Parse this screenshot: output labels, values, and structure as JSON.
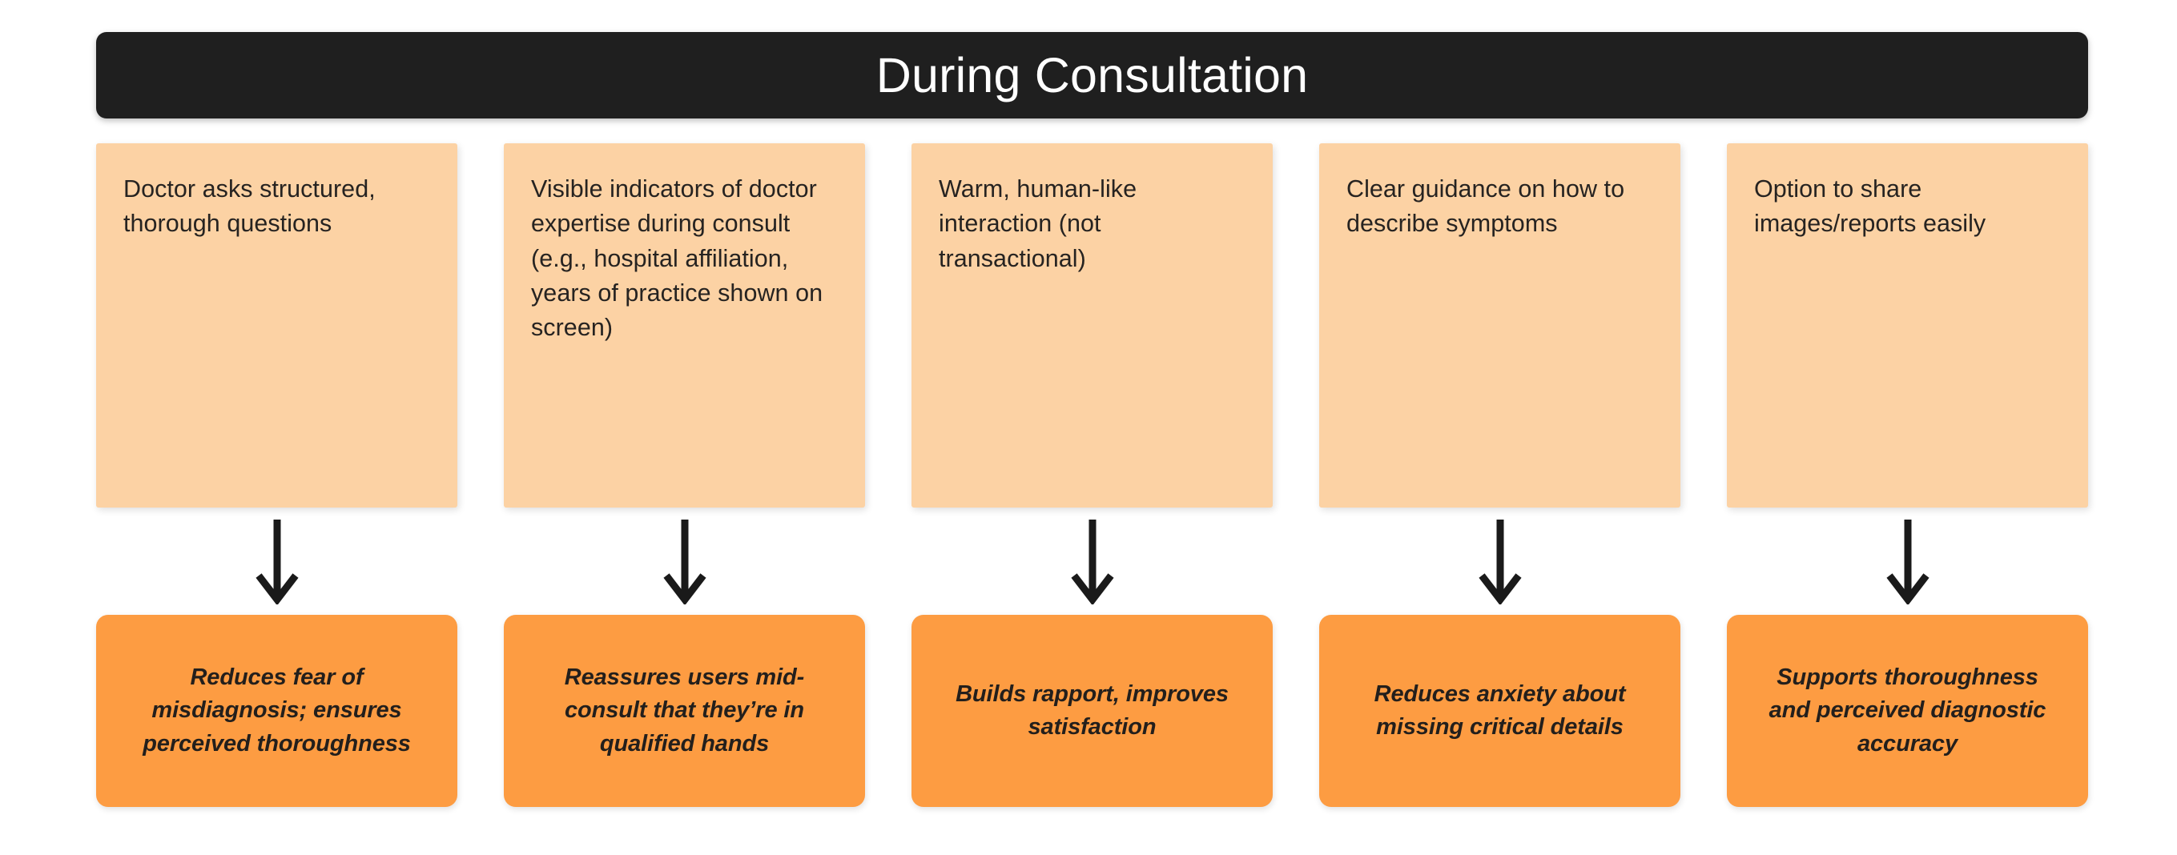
{
  "header": {
    "title": "During Consultation",
    "background_color": "#1f1f1f",
    "text_color": "#ffffff"
  },
  "theme": {
    "factor_card_color": "#fcd2a4",
    "outcome_card_color": "#fd9c42",
    "text_color": "#262321",
    "arrow_color": "#1a1a1a",
    "page_background": "#ffffff"
  },
  "columns": [
    {
      "factor": "Doctor asks structured, thorough questions",
      "outcome": "Reduces fear of misdiagnosis; ensures perceived thoroughness",
      "arrow": "down-arrow-icon"
    },
    {
      "factor": "Visible indicators of doctor expertise during consult (e.g., hospital affiliation, years of practice shown on screen)",
      "outcome": "Reassures users mid-consult that they’re in qualified hands",
      "arrow": "down-arrow-icon"
    },
    {
      "factor": "Warm, human-like interaction (not transactional)",
      "outcome": "Builds rapport, improves satisfaction",
      "arrow": "down-arrow-icon"
    },
    {
      "factor": "Clear guidance on how to describe symptoms",
      "outcome": "Reduces anxiety about missing critical details",
      "arrow": "down-arrow-icon"
    },
    {
      "factor": "Option to share images/reports easily",
      "outcome": "Supports thoroughness and perceived diagnostic accuracy",
      "arrow": "down-arrow-icon"
    }
  ]
}
